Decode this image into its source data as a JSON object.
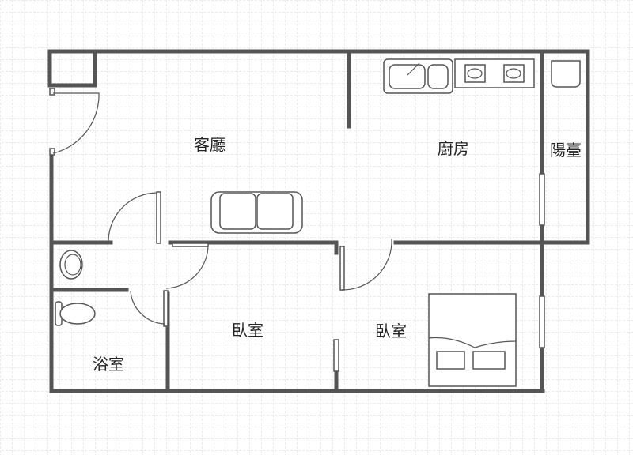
{
  "rooms": {
    "living": "客廳",
    "kitchen": "廚房",
    "balcony": "陽臺",
    "bedroom_1": "臥室",
    "bedroom_2": "臥室",
    "bathroom": "浴室"
  },
  "colors": {
    "wall": "#555555",
    "grid": "#d8d8d8"
  }
}
